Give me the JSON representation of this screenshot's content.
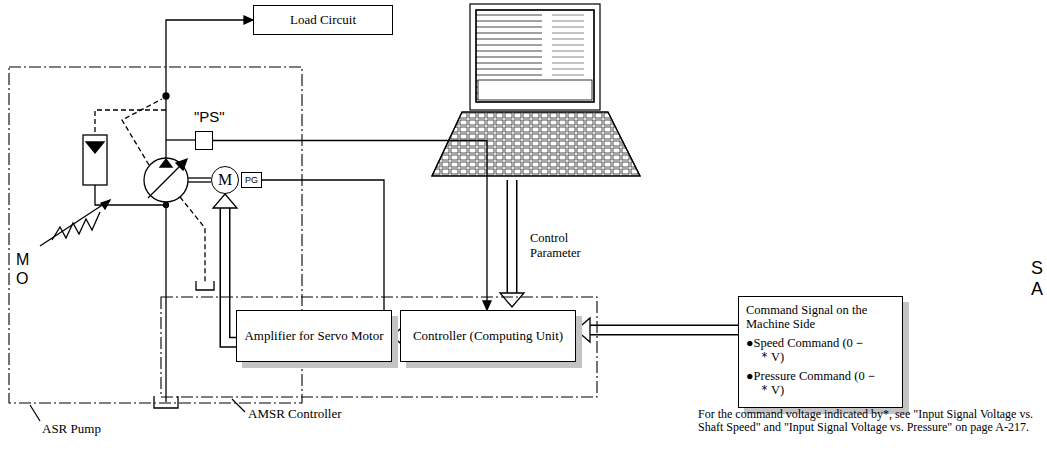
{
  "diagram": {
    "nodes": [
      {
        "text": [
          "Load Circuit"
        ]
      },
      {
        "text": [
          "ASR Pump"
        ]
      },
      {
        "text": [
          "\"PS\""
        ],
        "in": 1
      },
      {
        "text": [
          "M"
        ],
        "in": 1
      },
      {
        "text": [
          "PG"
        ],
        "in": 1
      },
      {
        "text": [
          "AMSR Controller"
        ]
      },
      {
        "text": [
          "Amplifier for Servo Motor"
        ],
        "in": 5
      },
      {
        "text": [
          "Controller (Computing Unit)"
        ],
        "in": 5
      },
      {
        "text": [
          "Command Signal on the Machine Side",
          "●Speed Command (0－＊V)",
          "●Pressure Command (0－＊V)"
        ]
      }
    ],
    "edges": [
      {
        "from": 1,
        "to": 0,
        "arrow": "to"
      },
      {
        "from": 2,
        "to": 7,
        "arrow": "to"
      },
      {
        "from": 4,
        "to": 6,
        "arrow": "none"
      },
      {
        "from": 6,
        "to": 3,
        "arrow": "to"
      },
      {
        "from": 7,
        "to": 6,
        "arrow": "to"
      },
      {
        "from": 8,
        "to": 7,
        "arrow": "to"
      }
    ],
    "labels": [
      "M",
      "O",
      "Control Parameter",
      "For the command voltage indicated by*, see \"Input Signal Voltage vs. Shaft Speed\" and \"Input Signal Voltage vs. Pressure\" on page A-217.",
      "S",
      "A"
    ]
  }
}
